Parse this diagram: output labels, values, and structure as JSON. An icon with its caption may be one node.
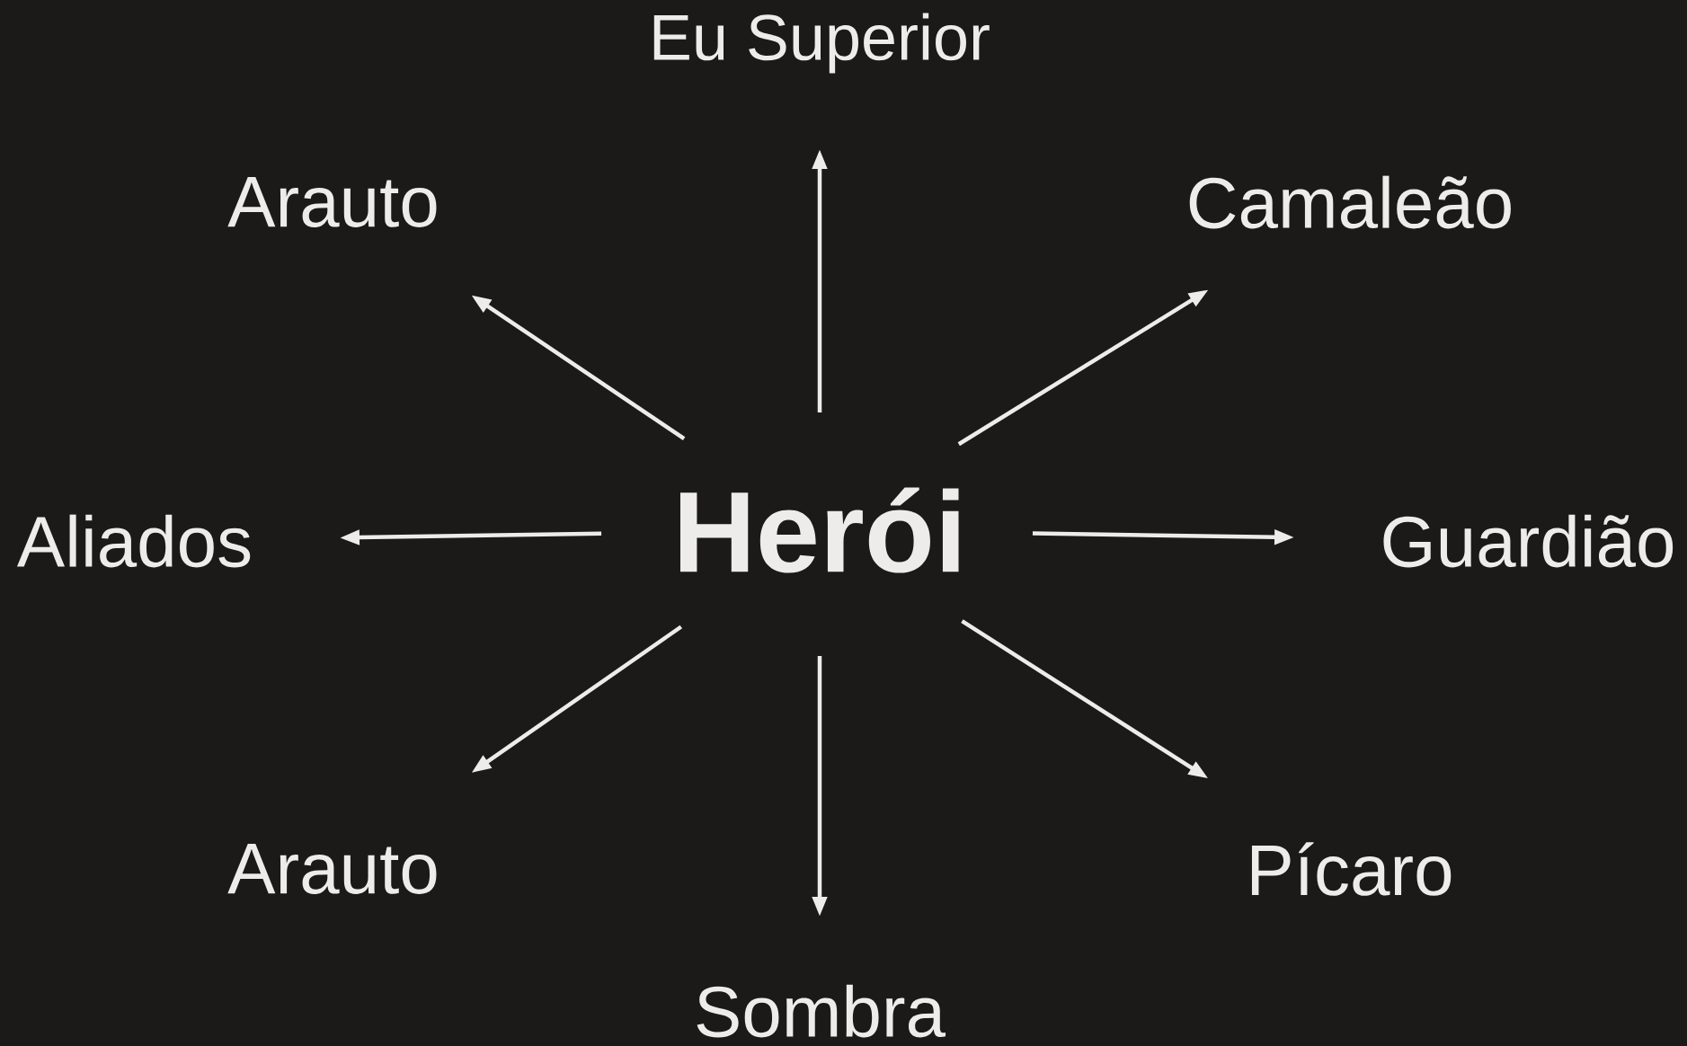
{
  "diagram": {
    "nodes": [
      {
        "text": [
          "Eu Superior"
        ]
      },
      {
        "text": [
          "Arauto"
        ]
      },
      {
        "text": [
          "Camaleão"
        ]
      },
      {
        "text": [
          "Aliados"
        ]
      },
      {
        "text": [
          "Herói"
        ]
      },
      {
        "text": [
          "Guardião"
        ]
      },
      {
        "text": [
          "Arauto"
        ]
      },
      {
        "text": [
          "Pícaro"
        ]
      },
      {
        "text": [
          "Sombra"
        ]
      }
    ],
    "edges": [
      {
        "from": 4,
        "to": 0,
        "arrow": "to"
      },
      {
        "from": 4,
        "to": 1,
        "arrow": "to"
      },
      {
        "from": 4,
        "to": 2,
        "arrow": "to"
      },
      {
        "from": 4,
        "to": 3,
        "arrow": "to"
      },
      {
        "from": 4,
        "to": 5,
        "arrow": "to"
      },
      {
        "from": 4,
        "to": 6,
        "arrow": "to"
      },
      {
        "from": 4,
        "to": 7,
        "arrow": "to"
      },
      {
        "from": 4,
        "to": 8,
        "arrow": "to"
      }
    ]
  }
}
